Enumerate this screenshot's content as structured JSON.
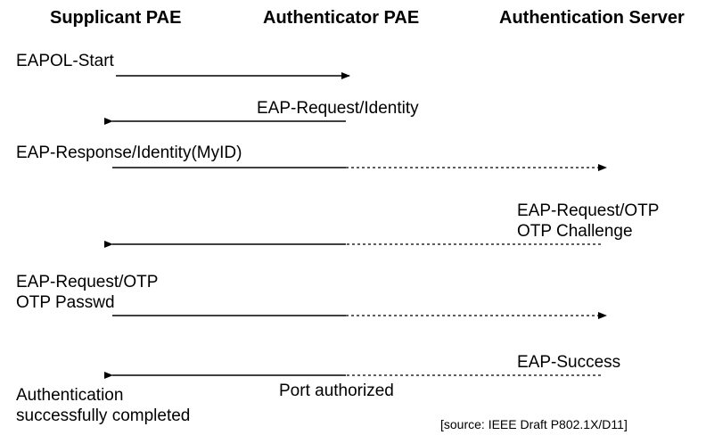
{
  "headers": {
    "supplicant": "Supplicant PAE",
    "authenticator": "Authenticator PAE",
    "server": "Authentication Server"
  },
  "messages": {
    "m1": "EAPOL-Start",
    "m2": "EAP-Request/Identity",
    "m3": "EAP-Response/Identity(MyID)",
    "m4_line1": "EAP-Request/OTP",
    "m4_line2": "OTP Challenge",
    "m5_line1": "EAP-Request/OTP",
    "m5_line2": "OTP Passwd",
    "m6": "EAP-Success"
  },
  "status": {
    "port": "Port authorized",
    "done_line1": "Authentication",
    "done_line2": "successfully completed"
  },
  "source": "[source: IEEE Draft P802.1X/D11]",
  "colors": {
    "line": "#000000",
    "text": "#000000",
    "background": "#ffffff"
  }
}
